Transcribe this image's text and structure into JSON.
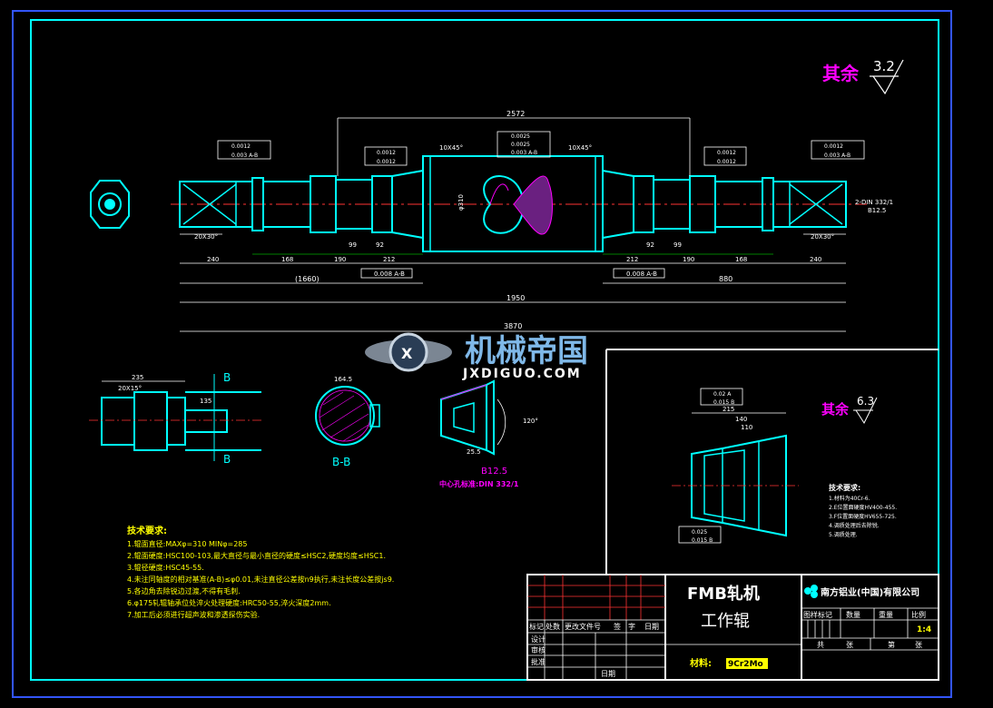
{
  "surface_top": {
    "label": "其余",
    "value": "3.2"
  },
  "surface_right": {
    "label": "其余",
    "value": "6.3"
  },
  "main_view": {
    "overall_length": "3870",
    "dim_2572": "2572",
    "dim_1950": "1950",
    "dim_1660": "(1660)",
    "dim_880": "880",
    "dim_240_left": "240",
    "dim_168_left": "168",
    "dim_190_left": "190",
    "dim_212_left": "212",
    "dim_212_right": "212",
    "dim_190_right": "190",
    "dim_168_right": "168",
    "dim_240_right": "240",
    "dim_99_left": "99",
    "dim_92_left": "92",
    "dim_92_right": "92",
    "dim_99_right": "99",
    "chamfer_left": "10X45°",
    "chamfer_right": "10X45°",
    "diameter_center": "φ310",
    "spline_left": "20X30°",
    "spline_right": "20X30°",
    "runout_left": "0.008 A-B",
    "runout_right": "0.008 A-B",
    "tol_left_1": "0.0012",
    "tol_left_2": "0.003 A-B",
    "tol_center_1": "0.0025",
    "tol_center_2": "0.0025",
    "tol_center_3": "0.003 A-B",
    "tol_mid_left_1": "0.0012",
    "tol_mid_left_2": "0.0012",
    "tol_mid_right_1": "0.0012",
    "tol_mid_right_2": "0.0012",
    "tol_right_1": "0.0012",
    "tol_right_2": "0.003 A-B",
    "center_hole_right": "2-DIN 332/1",
    "center_hole_right_2": "B12.5"
  },
  "watermark": {
    "cn": "机械帝国",
    "en": "JXDIGUO.COM"
  },
  "side_view": {
    "dim_235": "235",
    "dim_135": "135",
    "spline": "20X15°",
    "section_mark": "B"
  },
  "section_view": {
    "label": "B-B",
    "dim_164": "164.5"
  },
  "center_hole": {
    "label": "中心孔标准:DIN  332/1",
    "grade": "B12.5",
    "angle": "120°",
    "dim_25_5": "25.5"
  },
  "detail_right": {
    "dim_215": "215",
    "dim_140": "140",
    "dim_110": "110",
    "tol_1": "0.02 A",
    "tol_2": "0.015 B",
    "tol_3": "0.025",
    "tol_4": "0.015 B"
  },
  "tech_req_main": {
    "title": "技术要求:",
    "items": [
      "1.辊面直径:MAXφ=310  MINφ=285",
      "2.辊面硬度:HSC100-103,最大直径与最小直径的硬度≤HSC2,硬度均度≤HSC1.",
      "3.辊径硬度:HSC45-55.",
      "4.未注同轴度的相对基准(A-B)≤φ0.01,未注直径公差按n9执行,未注长度公差按js9.",
      "5.各边角去除锐边过渡,不得有毛刺.",
      "6.φ175轧辊轴承位处淬火处理硬度:HRC50-55,淬火深度2mm.",
      "7.加工后必须进行超声波和渗透探伤实验."
    ]
  },
  "tech_req_right": {
    "title": "技术要求:",
    "items": [
      "1.材料为40Cr-6.",
      "2.E位置面硬度HV400-455.",
      "3.F位置面硬度HV655-725.",
      "4.调质处理后去除锐.",
      "5.调质处理."
    ]
  },
  "title_block": {
    "product": "FMB轧机",
    "part": "工作辊",
    "material_label": "材料:",
    "material_value": "9Cr2Mo",
    "company": "南方铝业(中国)有限公司",
    "headers": [
      "标记",
      "处数",
      "更改文件号",
      "签",
      "字",
      "日期"
    ],
    "row_labels": [
      "设计",
      "审核",
      "批准"
    ],
    "date_label": "日期",
    "stage_label": "图样标记",
    "qty_label": "数量",
    "weight_label": "重量",
    "scale_label": "比例",
    "scale_value": "1:4",
    "total_label": "共",
    "sheet_label": "张",
    "page_label": "第",
    "page_sheet": "张"
  }
}
